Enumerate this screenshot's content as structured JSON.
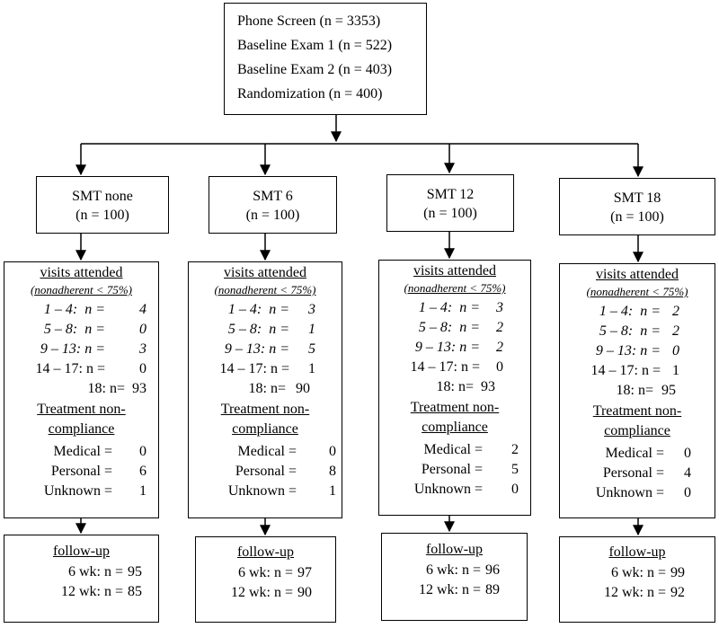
{
  "top": {
    "lines": [
      "Phone Screen (n = 3353)",
      "Baseline Exam 1 (n = 522)",
      "Baseline Exam 2 (n = 403)",
      "Randomization (n = 400)"
    ]
  },
  "labels": {
    "visits_title": "visits attended",
    "nonadherent": "(nonadherent < 75%)",
    "treat_1": "Treatment non-",
    "treat_2": "compliance",
    "followup_title": "follow-up",
    "r1": "1 – 4:  n =",
    "r2": "5 – 8:  n =",
    "r3": "9 – 13: n =",
    "r4": "14 – 17: n =",
    "r5": "18: n=",
    "medical": "Medical =",
    "personal": "Personal =",
    "unknown": "Unknown =",
    "wk6": "6 wk: n =",
    "wk12": "12 wk: n ="
  },
  "arms": [
    {
      "name": "SMT none",
      "n": "(n = 100)",
      "visits": [
        "4",
        "0",
        "3",
        "0",
        "93"
      ],
      "medical": "0",
      "personal": "6",
      "unknown": "1",
      "wk6": "95",
      "wk12": "85"
    },
    {
      "name": "SMT 6",
      "n": "(n = 100)",
      "visits": [
        "3",
        "1",
        "5",
        "1",
        "90"
      ],
      "medical": "0",
      "personal": "8",
      "unknown": "1",
      "wk6": "97",
      "wk12": "90"
    },
    {
      "name": "SMT 12",
      "n": "(n = 100)",
      "visits": [
        "3",
        "2",
        "2",
        "0",
        "93"
      ],
      "medical": "2",
      "personal": "5",
      "unknown": "0",
      "wk6": "96",
      "wk12": "89"
    },
    {
      "name": "SMT 18",
      "n": "(n = 100)",
      "visits": [
        "2",
        "2",
        "0",
        "1",
        "95"
      ],
      "medical": "0",
      "personal": "4",
      "unknown": "0",
      "wk6": "99",
      "wk12": "92"
    }
  ]
}
